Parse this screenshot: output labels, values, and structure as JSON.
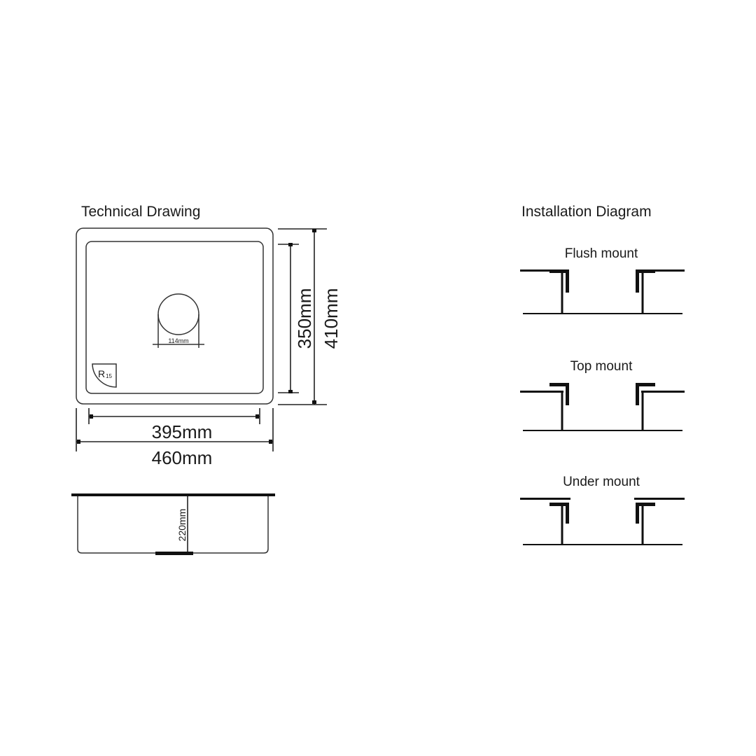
{
  "technical_drawing": {
    "title": "Technical Drawing",
    "drain_diameter": "114mm",
    "corner_radius_label": "R",
    "corner_radius_value": "15",
    "inner_length": "350mm",
    "outer_length": "410mm",
    "inner_width": "395mm",
    "outer_width": "460mm",
    "depth": "220mm"
  },
  "installation_diagram": {
    "title": "Installation Diagram",
    "mounts": [
      {
        "label": "Flush mount"
      },
      {
        "label": "Top mount"
      },
      {
        "label": "Under mount"
      }
    ]
  }
}
